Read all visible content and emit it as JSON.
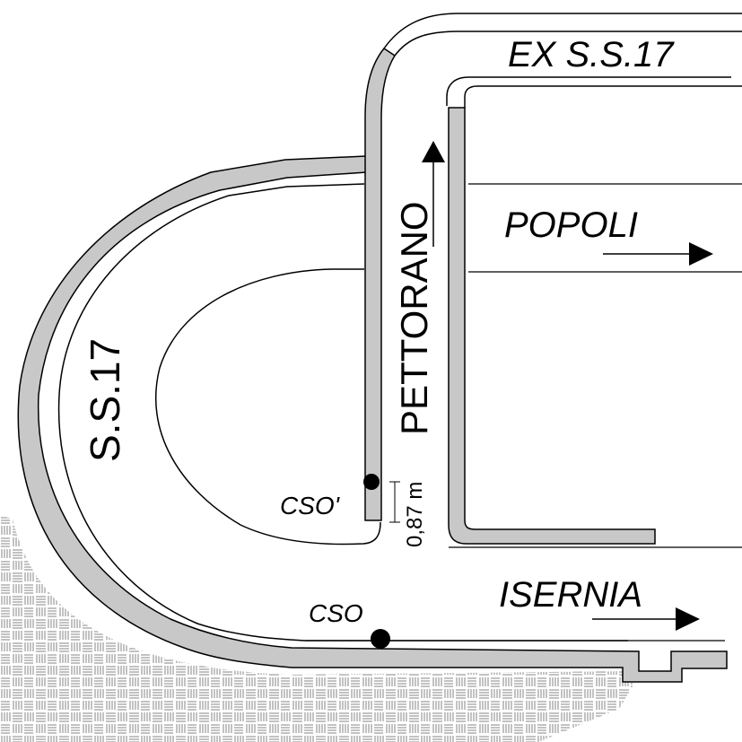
{
  "labels": {
    "ex_ss17": "EX S.S.17",
    "popoli": "POPOLI",
    "pettorano": "PETTORANO",
    "ss17": "S.S.17",
    "isernia": "ISERNIA",
    "cso": "CSO",
    "cso_prime": "CSO'",
    "distance": "0,87 m"
  },
  "colors": {
    "wall_fill": "#c8c8c8",
    "line": "#000000",
    "ground_hatch": "#9a9a9a",
    "background": "#ffffff"
  }
}
